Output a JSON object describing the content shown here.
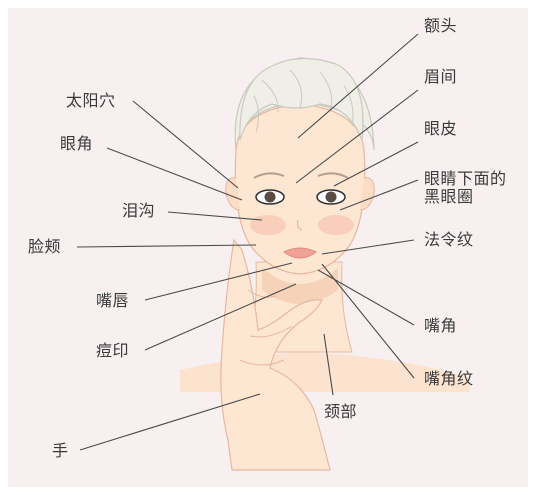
{
  "diagram": {
    "labels": {
      "forehead": "额头",
      "glabella": "眉间",
      "eyelid": "眼皮",
      "under_eye": "眼睛下面的\n黑眼圈",
      "temple": "太阳穴",
      "eye_corner": "眼角",
      "tear_trough": "泪沟",
      "cheek": "脸颊",
      "nasolabial": "法令纹",
      "lips": "嘴唇",
      "acne_marks": "痘印",
      "mouth_corner": "嘴角",
      "marionette": "嘴角纹",
      "neck": "颈部",
      "hand": "手"
    }
  },
  "colors": {
    "panel_bg": "#f8f0f0",
    "skin": "#fde6d2",
    "skin_shade": "#f6d3b8",
    "blush": "#f5b9a8",
    "lips": "#f0a294",
    "hair": "#efefe8",
    "hair_line": "#c9c9c0",
    "line": "#4a4a4a",
    "text": "#3a3a3a"
  }
}
